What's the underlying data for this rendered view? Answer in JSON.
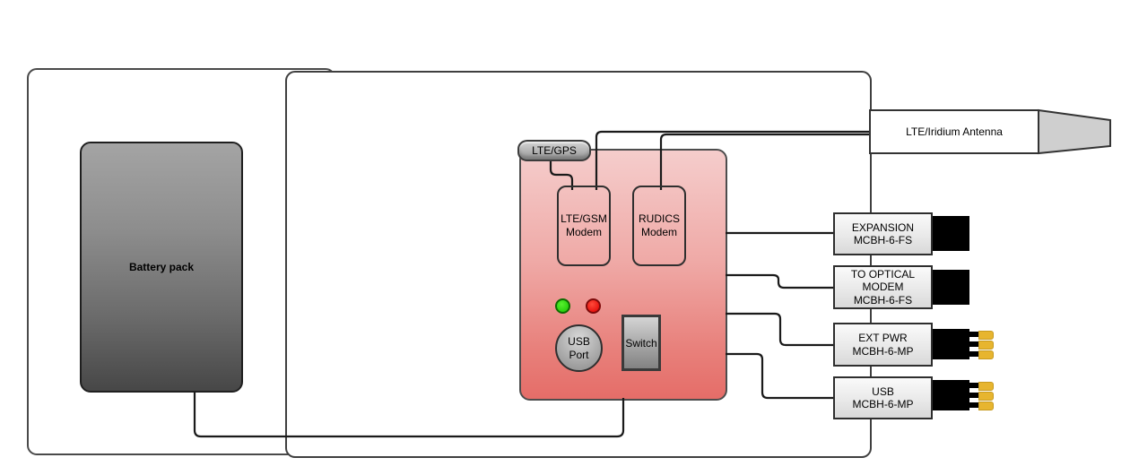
{
  "diagram": {
    "battery": {
      "label": "Battery pack"
    },
    "gps_puck": {
      "label": "LTE/GPS"
    },
    "modems": {
      "lte_gsm": {
        "label": "LTE/GSM\nModem"
      },
      "rudics": {
        "label": "RUDICS\nModem"
      }
    },
    "panel": {
      "usb_port_label": "USB\nPort",
      "switch_label": "Switch"
    },
    "external_antenna": {
      "label": "LTE/Iridium Antenna"
    },
    "connectors": [
      {
        "label": "EXPANSION\nMCBH-6-FS",
        "plug": "socket"
      },
      {
        "label": "TO OPTICAL\nMODEM\nMCBH-6-FS",
        "plug": "socket"
      },
      {
        "label": "EXT PWR\nMCBH-6-MP",
        "plug": "pins"
      },
      {
        "label": "USB\nMCBH-6-MP",
        "plug": "pins"
      }
    ],
    "colors": {
      "module_fill_top": "#f5cdcc",
      "module_fill_bottom": "#e56d68",
      "modem_fill": "#dce9fb",
      "led_green": "#17c400",
      "led_red": "#dd0000",
      "pin_gold": "#e7b52f",
      "wire": "#1a1a1a"
    }
  }
}
